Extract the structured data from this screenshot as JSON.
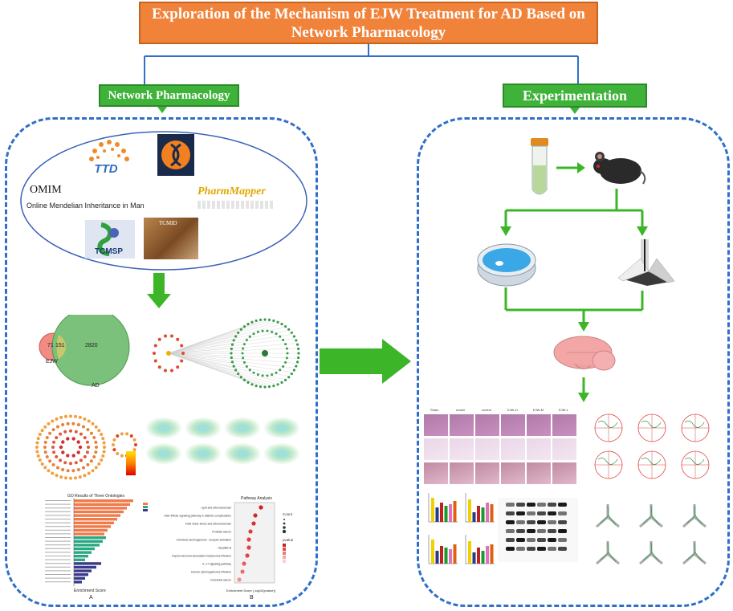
{
  "title": "Exploration of the Mechanism of EJW Treatment for AD Based on Network Pharmacology",
  "branches": {
    "left": "Network Pharmacology",
    "right": "Experimentation"
  },
  "databases": {
    "ttd": "TTD",
    "omim": "OMIM",
    "omim_sub": "Online Mendelian Inheritance in Man",
    "pharmmapper": "PharmMapper",
    "tcmsp": "TCMSP",
    "tcmid": "TCMID"
  },
  "venn": {
    "left_value": "71",
    "center_value": "151",
    "right_value": "2820",
    "left_label": "EJW",
    "right_label": "AD"
  },
  "go_chart": {
    "title": "GO Results of Three Ontologies",
    "xlabel": "Enrichment Score",
    "panel_label": "A"
  },
  "pathway_chart": {
    "title": "Pathway Analysis",
    "xlabel": "Enrichment Score (-log10(pvalue))",
    "panel_label": "B",
    "legend_count": "Count",
    "legend_pvalue": "pvalue",
    "pathways": [
      "Lipid and atherosclerosis",
      "AGE-RAGE signaling pathway in diabetic complications",
      "Fluid shear stress and atherosclerosis",
      "Prostate cancer",
      "Chemical carcinogenesis - receptor activation",
      "Hepatitis B",
      "Kaposi sarcoma-associated herpesvirus infection",
      "IL-17 signaling pathway",
      "Human cytomegalovirus infection",
      "Colorectal cancer"
    ]
  },
  "histology": {
    "columns": [
      "Sham",
      "model",
      "control",
      "EJW-H",
      "EJW-M",
      "EJW-L"
    ]
  },
  "colors": {
    "title_bg": "#f0823a",
    "label_bg": "#3fb23a",
    "connector": "#2f6fc9",
    "arrow": "#3cb528",
    "panel_border": "#2f6fc9"
  }
}
